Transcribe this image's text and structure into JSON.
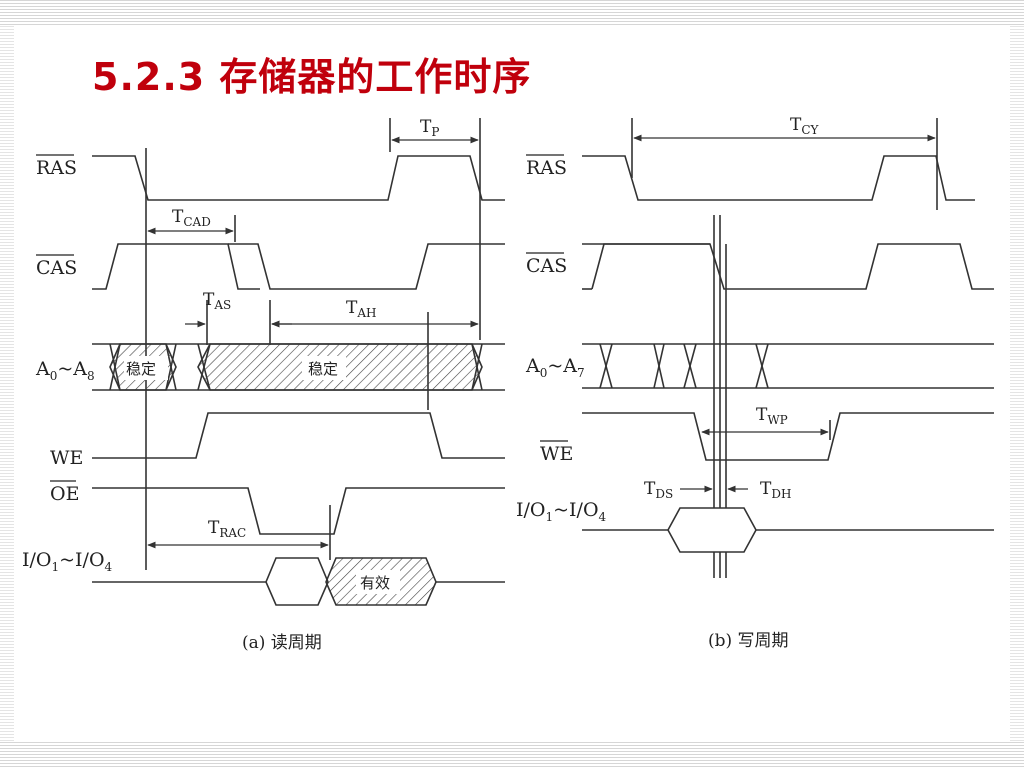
{
  "title": "5.2.3 存储器的工作时序",
  "signals_read": {
    "ras": "RAS",
    "cas": "CAS",
    "addr": "A",
    "addr_sub1": "0",
    "addr_tilde": "~A",
    "addr_sub2": "8",
    "we": "WE",
    "oe": "OE",
    "io": "I/O",
    "io_sub1": "1",
    "io_tilde": "~I/O",
    "io_sub2": "4"
  },
  "signals_write": {
    "ras": "RAS",
    "cas": "CAS",
    "addr": "A",
    "addr_sub1": "0",
    "addr_tilde": "~A",
    "addr_sub2": "7",
    "we": "WE",
    "io": "I/O",
    "io_sub1": "1",
    "io_tilde": "~I/O",
    "io_sub2": "4"
  },
  "timing_read": {
    "tp": "T",
    "tp_sub": "P",
    "tcad": "T",
    "tcad_sub": "CAD",
    "tas": "T",
    "tas_sub": "AS",
    "tah": "T",
    "tah_sub": "AH",
    "trac": "T",
    "trac_sub": "RAC"
  },
  "timing_write": {
    "tcy": "T",
    "tcy_sub": "CY",
    "twp": "T",
    "twp_sub": "WP",
    "tds": "T",
    "tds_sub": "DS",
    "tdh": "T",
    "tdh_sub": "DH"
  },
  "bus_labels": {
    "stable_1": "稳定",
    "stable_2": "稳定",
    "valid": "有效"
  },
  "captions": {
    "read": "(a) 读周期",
    "write": "(b) 写周期"
  },
  "colors": {
    "title": "#c0000c",
    "line": "#333333"
  }
}
